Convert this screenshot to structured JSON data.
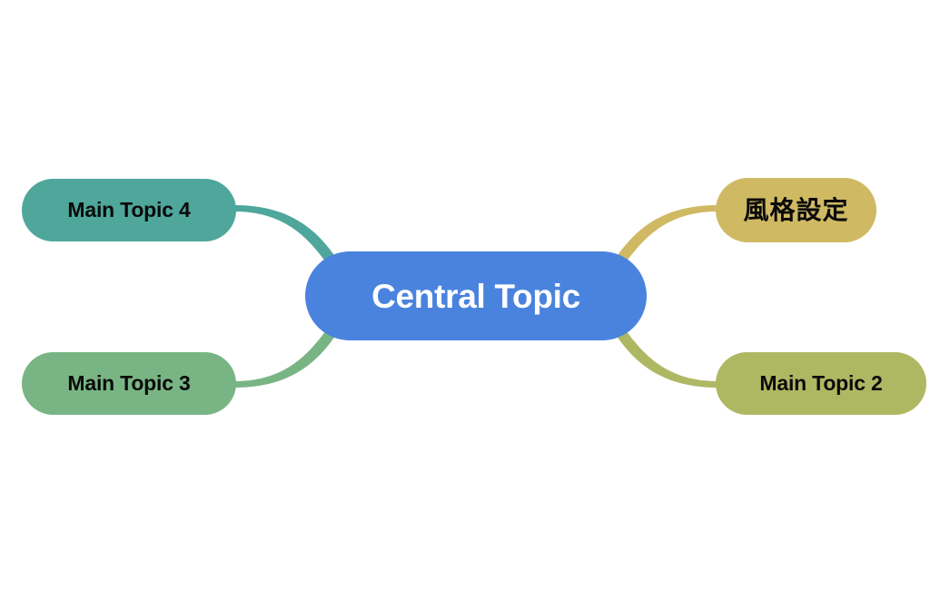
{
  "diagram": {
    "type": "mind-map",
    "background_color": "#ffffff",
    "center": {
      "label": "Central Topic",
      "color": "#4a83de",
      "text_color": "#ffffff"
    },
    "branches": [
      {
        "id": "topic4",
        "label": "Main Topic 4",
        "color": "#4fa69b",
        "text_color": "#0a0a0a",
        "side": "left",
        "position": "top"
      },
      {
        "id": "topic3",
        "label": "Main Topic 3",
        "color": "#79b584",
        "text_color": "#0a0a0a",
        "side": "left",
        "position": "bottom"
      },
      {
        "id": "style",
        "label": "風格設定",
        "color": "#cfb963",
        "text_color": "#0a0a0a",
        "side": "right",
        "position": "top"
      },
      {
        "id": "topic2",
        "label": "Main Topic 2",
        "color": "#aeb863",
        "text_color": "#0a0a0a",
        "side": "right",
        "position": "bottom"
      }
    ]
  }
}
